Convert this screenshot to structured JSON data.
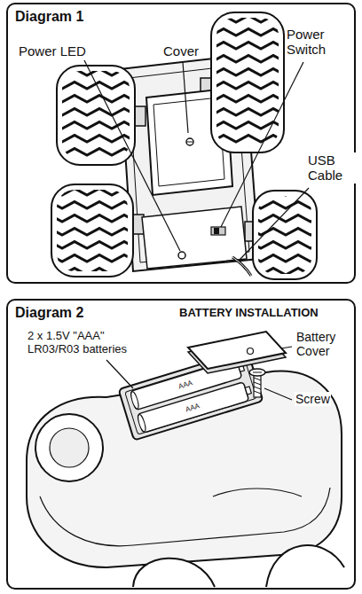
{
  "diagram": {
    "nodes": [
      {
        "text": [
          "Diagram 1"
        ]
      },
      {
        "text": [
          "Diagram 2",
          "BATTERY INSTALLATION"
        ]
      }
    ],
    "labels": [
      "Power LED",
      "Cover",
      "Power Switch",
      "USB Cable",
      "2 x 1.5V \"AAA\" LR03/R03 batteries",
      "Battery Cover",
      "Screw",
      "AAA",
      "AAA"
    ]
  }
}
